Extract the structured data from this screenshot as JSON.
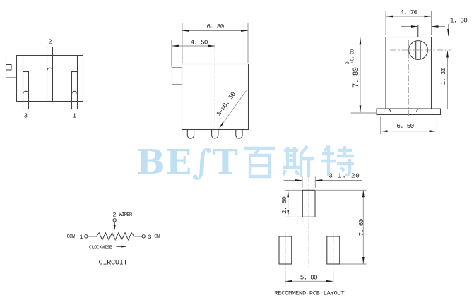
{
  "watermark": {
    "logo": "BE∫T",
    "cjk": "百斯特"
  },
  "side_view": {
    "pin2": "2",
    "pin3": "3",
    "pin1": "1"
  },
  "front_view": {
    "width": "6. 80",
    "pin_offset": "4. 50",
    "pin_dia": "3-ø0. 50"
  },
  "right_view": {
    "width": "4. 70",
    "slot_offset": "1. 30",
    "height": "7. 80",
    "height_tol_upper": "+0. 30",
    "height_tol_lower": "0",
    "center_offset": "1. 30",
    "base": "6. 50"
  },
  "circuit": {
    "pin2": "2",
    "wiper": "WIPER",
    "ccw": "CCW",
    "pin1": "1",
    "pin3": "3",
    "cw": "CW",
    "clockwise": "CLOCKWISE",
    "arrow": "→",
    "title": "CIRCUIT"
  },
  "pcb": {
    "pad": "3—1. 20",
    "pad_h": "2. 80",
    "height": "7. 60",
    "pitch": "5. 00",
    "title": "RECOMMEND PCB LAYOUT"
  }
}
